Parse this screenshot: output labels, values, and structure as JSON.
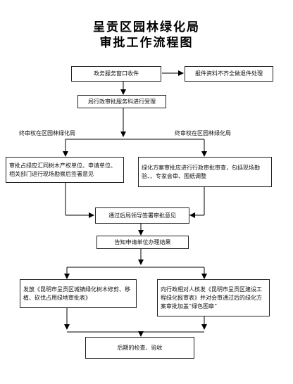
{
  "title": {
    "line1": "呈贡区园林绿化局",
    "line2": "审批工作流程图"
  },
  "nodes": {
    "window_receive": "政务服务窗口收件",
    "incomplete_return": "报件资料不齐全做退件处理",
    "accept": "局行政审批服务科进行受理",
    "branch_left_label": "终审权在区园林绿化局",
    "branch_right_label": "终审权在区园林绿化局",
    "left_review": "审批占绿应汇同树木产权单位、申请单位、相关部门进行现场勘察后签署意见",
    "right_review": "绿化方案审批应进行行政审批审查，包括现场勘验、、专家会审、图纸调整",
    "leader_sign": "通过后局领导签署审批意见",
    "notify": "告知申请单位办理结果",
    "left_issue": "发放《昆明市呈贡区城镇绿化树木修剪、移植、砍伐占用绿地审批表》",
    "right_issue": "向行政相对人核发《昆明市呈贡区建设工程绿化报审表》并对会审通过后的绿化方案审批加盖“绿色图章”",
    "followup": "后期的检查、验收"
  }
}
